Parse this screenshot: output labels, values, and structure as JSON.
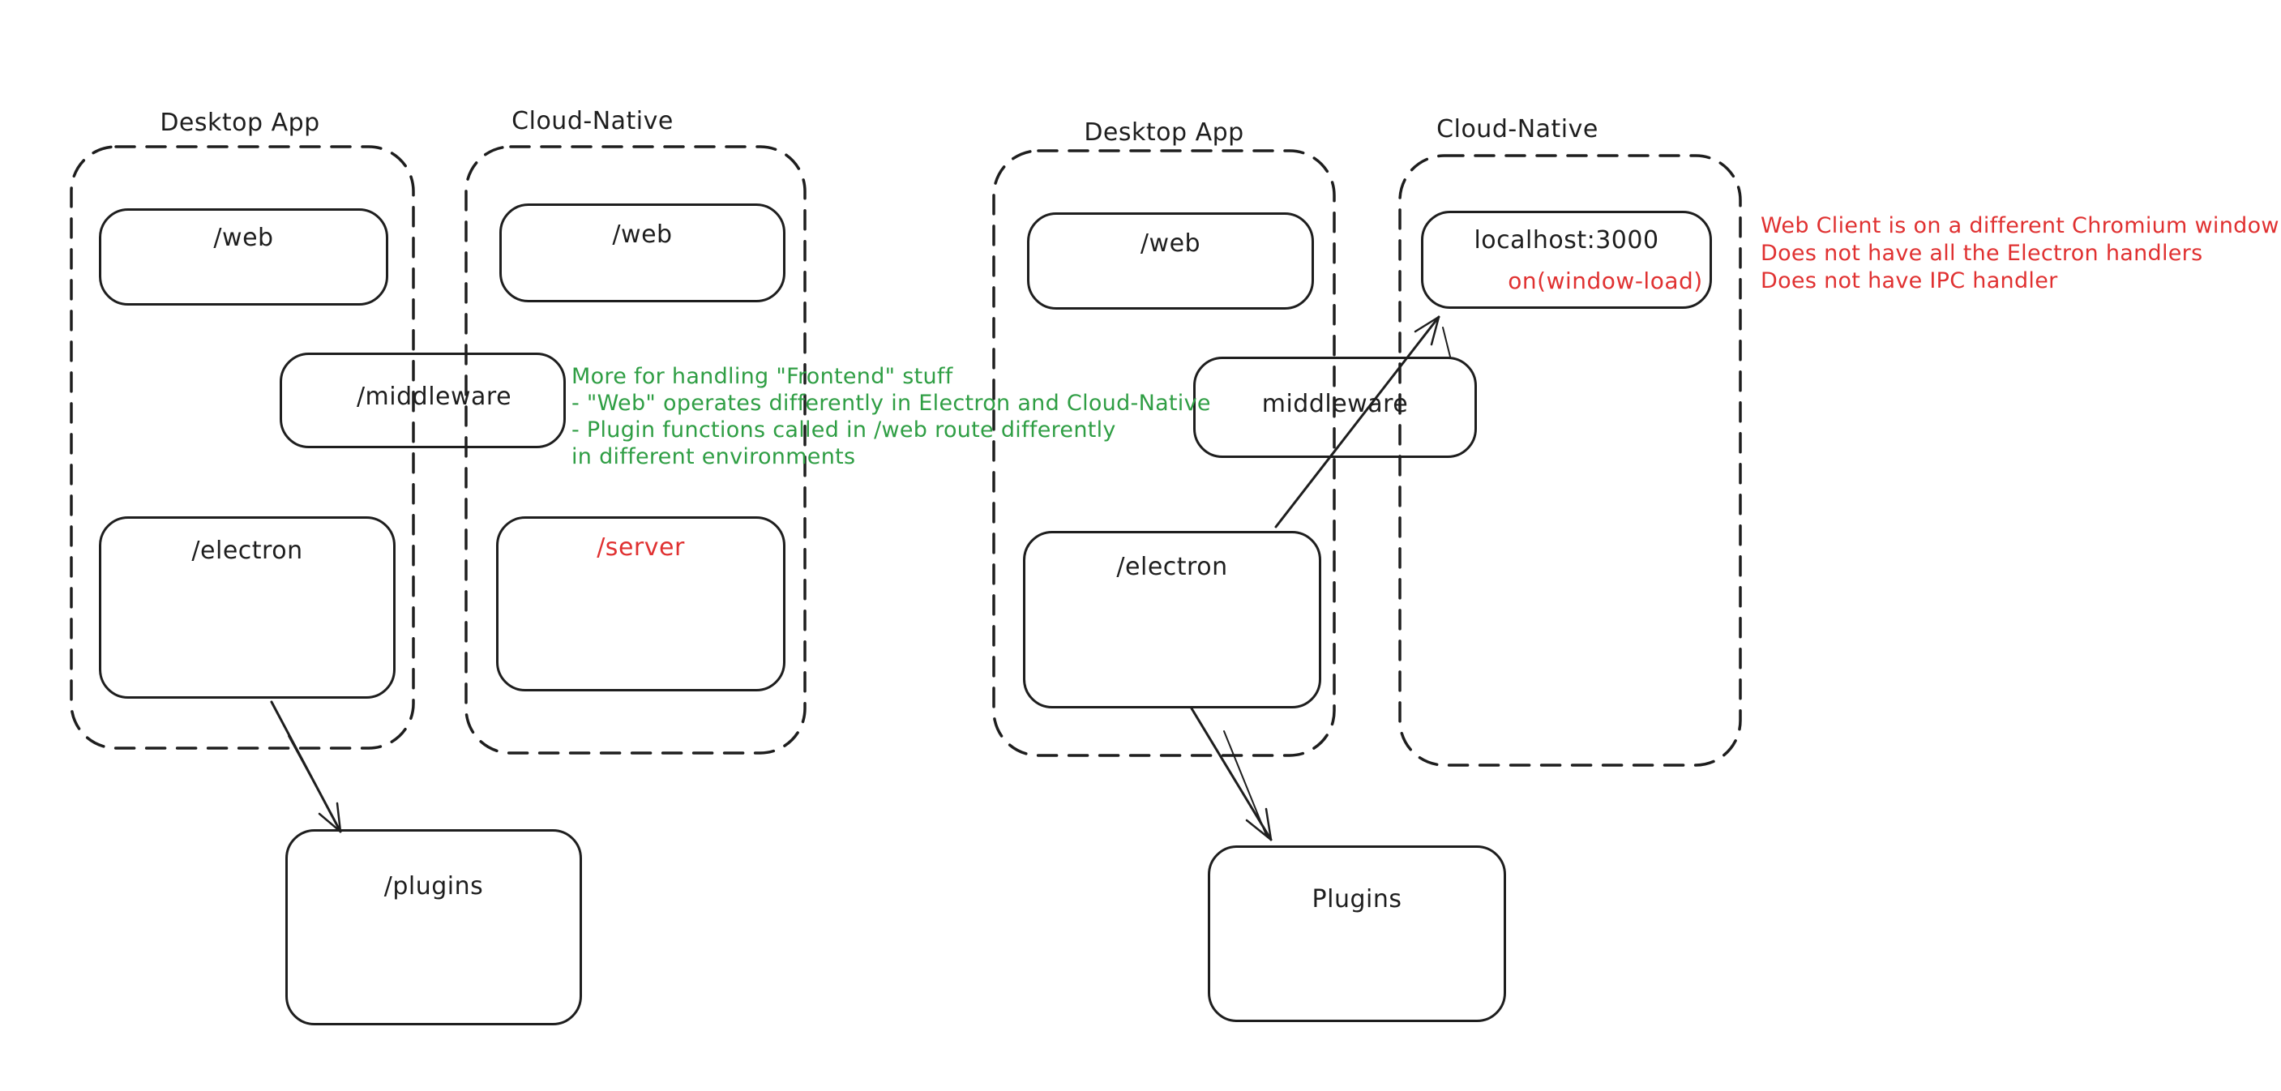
{
  "colors": {
    "ink": "#1e1e1e",
    "red": "#e03131",
    "green": "#2f9e44",
    "background": "#ffffff"
  },
  "left_diagram": {
    "desktop_container_label": "Desktop App",
    "cloud_container_label": "Cloud-Native",
    "nodes": {
      "web_desktop": "/web",
      "web_cloud": "/web",
      "middleware": "/middleware",
      "electron": "/electron",
      "server": "/server",
      "plugins": "/plugins"
    },
    "note": {
      "lines": [
        "More for handling \"Frontend\" stuff",
        "- \"Web\" operates differently in Electron and Cloud-Native",
        "- Plugin functions called in /web route differently",
        "in different environments"
      ]
    }
  },
  "right_diagram": {
    "desktop_container_label": "Desktop App",
    "cloud_container_label": "Cloud-Native",
    "nodes": {
      "web_desktop": "/web",
      "localhost_title": "localhost:3000",
      "localhost_event": "on(window-load)",
      "middleware": "middleware",
      "electron": "/electron",
      "plugins": "Plugins"
    },
    "note": {
      "lines": [
        "Web Client is on a different Chromium window",
        "Does not have all the Electron handlers",
        "Does not have IPC handler"
      ]
    }
  }
}
